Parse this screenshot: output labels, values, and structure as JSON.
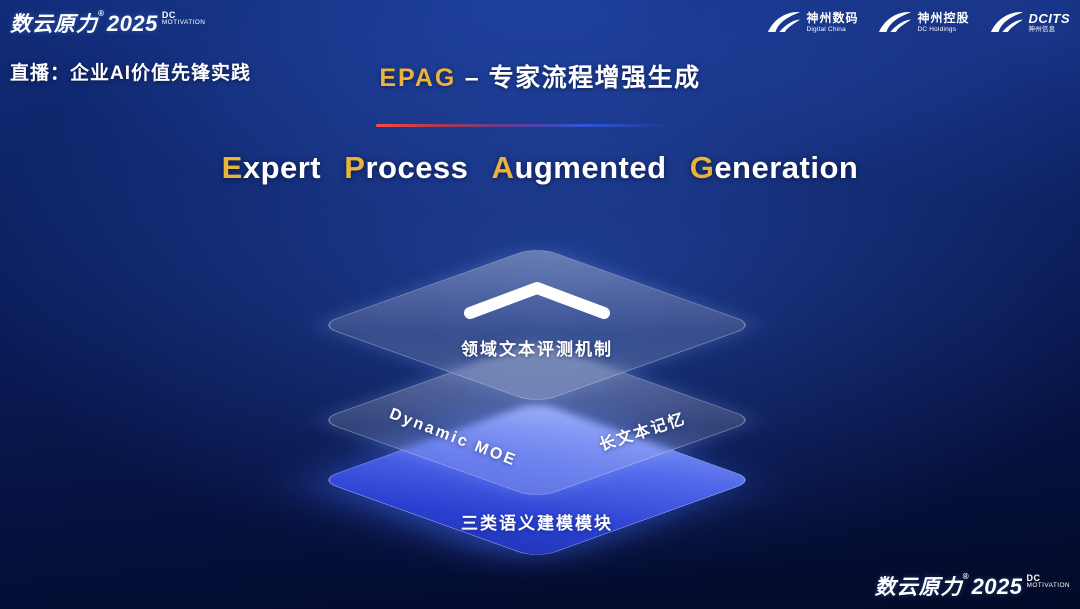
{
  "colors": {
    "accent_gold": "#e9b33c",
    "bg_deep": "#061140",
    "layer_blue": "#2a3fd0",
    "divider_red": "#ff4a3d",
    "divider_blue": "#2f55d8",
    "text_white": "#ffffff"
  },
  "topbar": {
    "brand": {
      "name": "数云原力",
      "reg": "®",
      "year": "2025",
      "dc": "DC",
      "motivation": "MOTIVATION"
    },
    "live_tag": "直播：企业AI价值先锋实践",
    "partners": [
      {
        "zh": "神州数码",
        "en": "Digital China"
      },
      {
        "zh": "神州控股",
        "en": "DC Holdings"
      },
      {
        "zh": "DCITS",
        "en": "神州信息"
      }
    ]
  },
  "slide": {
    "title_abbr": "EPAG",
    "title_sep": "–",
    "title_zh": "专家流程增强生成",
    "heading": [
      {
        "cap": "E",
        "rest": "xpert"
      },
      {
        "cap": "P",
        "rest": "rocess"
      },
      {
        "cap": "A",
        "rest": "ugmented"
      },
      {
        "cap": "G",
        "rest": "eneration"
      }
    ],
    "stack": {
      "top_label": "领域文本评测机制",
      "mid_left_label": "Dynamic  MOE",
      "mid_right_label": "长文本记忆",
      "bottom_label": "三类语义建模模块"
    }
  },
  "footer": {
    "brand": {
      "name": "数云原力",
      "reg": "®",
      "year": "2025",
      "dc": "DC",
      "motivation": "MOTIVATION"
    }
  }
}
